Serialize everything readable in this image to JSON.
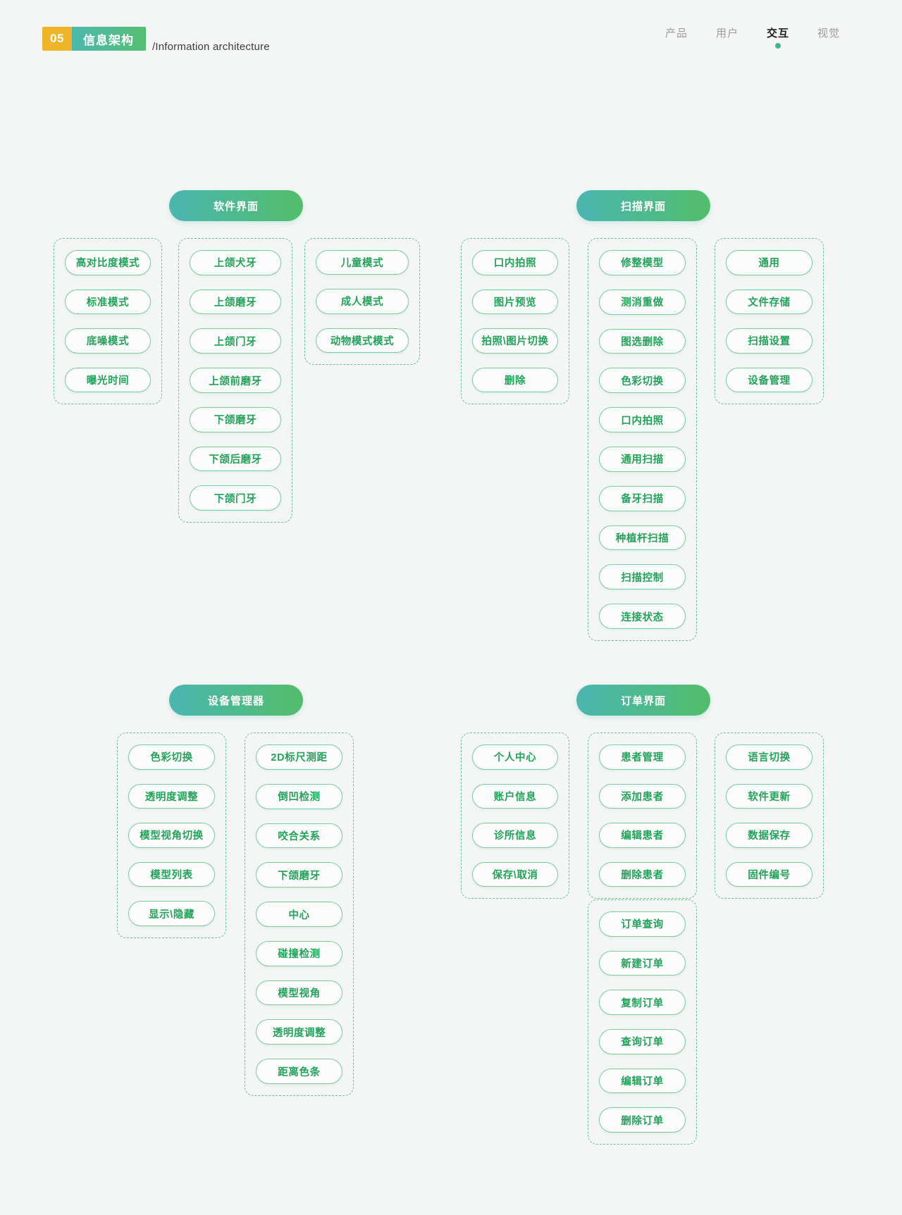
{
  "header": {
    "badge_number": "05",
    "badge_title": "信息架构",
    "subtitle": "/Information architecture",
    "accent_orange": "#f0b429",
    "accent_green": "#53bd6c",
    "accent_teal": "#4ab6b0",
    "nav": [
      {
        "label": "产品",
        "active": false
      },
      {
        "label": "用户",
        "active": false
      },
      {
        "label": "交互",
        "active": true
      },
      {
        "label": "视觉",
        "active": false
      }
    ]
  },
  "sections": [
    {
      "name": "软件界面",
      "groups": [
        {
          "items": [
            "高对比度模式",
            "标准模式",
            "底噪模式",
            "曝光时间"
          ]
        },
        {
          "items": [
            "上颌犬牙",
            "上颌磨牙",
            "上颌门牙",
            "上颌前磨牙",
            "下颌磨牙",
            "下颌后磨牙",
            "下颌门牙"
          ]
        },
        {
          "items": [
            "儿童模式",
            "成人模式",
            "动物模式模式"
          ]
        }
      ]
    },
    {
      "name": "扫描界面",
      "groups": [
        {
          "items": [
            "口内拍照",
            "图片预览",
            "拍照\\图片切换",
            "删除"
          ]
        },
        {
          "items": [
            "修整模型",
            "测消重做",
            "图选删除",
            "色彩切换",
            "口内拍照",
            "通用扫描",
            "备牙扫描",
            "种植杆扫描",
            "扫描控制",
            "连接状态"
          ]
        },
        {
          "items": [
            "通用",
            "文件存储",
            "扫描设置",
            "设备管理"
          ]
        }
      ]
    },
    {
      "name": "设备管理器",
      "groups": [
        {
          "items": [
            "色彩切换",
            "透明度调整",
            "模型视角切换",
            "模型列表",
            "显示\\隐藏"
          ]
        },
        {
          "items": [
            "2D标尺测距",
            "倒凹检测",
            "咬合关系",
            "下颌磨牙",
            "中心",
            "碰撞检测",
            "模型视角",
            "透明度调整",
            "距离色条"
          ]
        }
      ]
    },
    {
      "name": "订单界面",
      "groups": [
        {
          "items": [
            "个人中心",
            "账户信息",
            "诊所信息",
            "保存\\取消"
          ]
        },
        {
          "items": [
            "患者管理",
            "添加患者",
            "编辑患者",
            "删除患者"
          ]
        },
        {
          "items": [
            "语言切换",
            "软件更新",
            "数据保存",
            "固件编号"
          ]
        },
        {
          "items": [
            "订单查询",
            "新建订单",
            "复制订单",
            "查询订单",
            "编辑订单",
            "删除订单"
          ]
        }
      ]
    }
  ]
}
